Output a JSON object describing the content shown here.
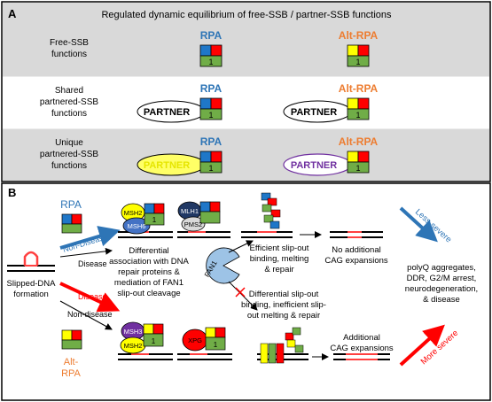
{
  "panel_a": {
    "letter": "A",
    "title": "Regulated dynamic equilibrium of free-SSB / partner-SSB functions",
    "rows": [
      {
        "label_lines": [
          "Free-SSB",
          "functions"
        ]
      },
      {
        "label_lines": [
          "Shared",
          "partnered-SSB",
          "functions"
        ]
      },
      {
        "label_lines": [
          "Unique",
          "partnered-SSB",
          "functions"
        ]
      }
    ],
    "rpa_label": "RPA",
    "alt_rpa_label": "Alt-RPA",
    "partner_label": "PARTNER",
    "unique_rpa_partner_label": "PARTNER",
    "unique_alt_partner_label": "PARTNER",
    "subunit_label": "1"
  },
  "panel_b": {
    "letter": "B",
    "rpa_label": "RPA",
    "alt_rpa_label_lines": [
      "Alt-",
      "RPA"
    ],
    "non_disease_top": "Non-Disease",
    "disease_top": "Disease",
    "disease_bottom": "Disease",
    "non_disease_bottom": "Non-disease",
    "slipped_lines": [
      "Slipped-DNA",
      "formation"
    ],
    "differential_lines": [
      "Differential",
      "association with DNA",
      "repair proteins &",
      "mediation of FAN1",
      "slip-out cleavage"
    ],
    "msh2": "MSH2",
    "msh6": "MSH6",
    "mlh1": "MLH1",
    "pms2": "PMS2",
    "msh3": "MSH3",
    "msh2_bottom": "MSH2",
    "xpg": "XPG",
    "fan1": "FAN1",
    "subunit_label": "1",
    "efficient_lines": [
      "Efficient slip-out",
      "binding, melting",
      "& repair"
    ],
    "inefficient_lines": [
      "Differential slip-out",
      "binding, inefficient slip-",
      "out melting & repair"
    ],
    "no_additional_lines": [
      "No additional",
      "CAG expansions"
    ],
    "additional_lines": [
      "Additional",
      "CAG expansions"
    ],
    "less_severe": "Less severe",
    "more_severe": "More severe",
    "outcome_lines": [
      "polyQ aggregates,",
      "DDR, G2/M arrest,",
      "neurodegeneration,",
      "& disease"
    ]
  },
  "colors": {
    "panel_bg": "#d9d9d9",
    "rpa_blue": "#2e75b6",
    "alt_orange": "#ed7d31",
    "red": "#ff0000",
    "blue_sq": "#1f77c8",
    "green_sq": "#70ad47",
    "yellow_sq": "#ffff00",
    "partner_yellow": "#ffff66",
    "partner_purple": "#7030a0",
    "msh6_blue": "#4472c4",
    "mlh1_navy": "#203864",
    "msh3_purple": "#7030a0",
    "fan1_blue": "#9dc3e6",
    "slip_red": "#ff4040",
    "dna_black": "#000000"
  }
}
